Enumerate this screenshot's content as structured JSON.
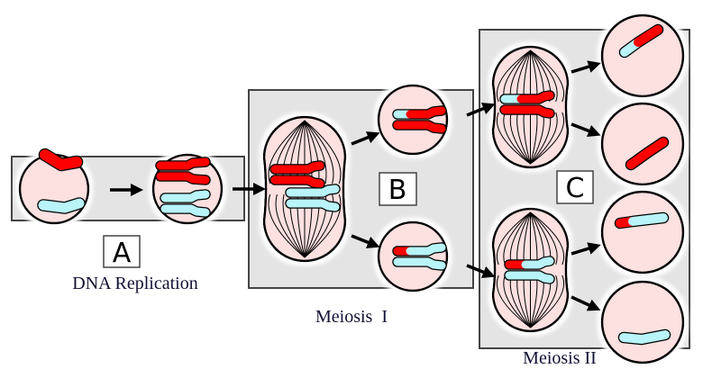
{
  "stages": {
    "a": {
      "letter": "A",
      "caption": "DNA Replication"
    },
    "b": {
      "letter": "B",
      "caption": "Meiosis  I"
    },
    "c": {
      "letter": "C",
      "caption": "Meiosis II"
    }
  },
  "colors": {
    "maternal": "#ff0000",
    "paternal": "#b8f4f8",
    "cell_fill": "#fde0e0",
    "panel_fill": "#e4e4e4",
    "outline": "#000000"
  }
}
